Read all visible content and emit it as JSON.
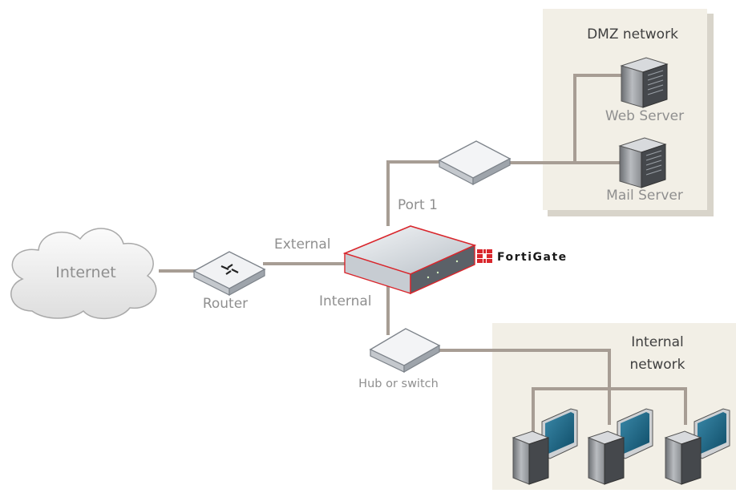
{
  "labels": {
    "internet": "Internet",
    "router": "Router",
    "external": "External",
    "internal": "Internal",
    "port1": "Port 1",
    "hub": "Hub or switch",
    "dmz_title": "DMZ network",
    "web_server": "Web Server",
    "mail_server": "Mail Server",
    "internal_network_line1": "Internal",
    "internal_network_line2": "network"
  },
  "brand": {
    "name": "FortiGate",
    "accent": "#d9262c"
  },
  "colors": {
    "zone_fill": "#f2efe6",
    "zone_shadow": "#d8d4ca",
    "cable": "#a79d94",
    "device_body": "#e9ebee",
    "device_edge": "#7d838a"
  }
}
